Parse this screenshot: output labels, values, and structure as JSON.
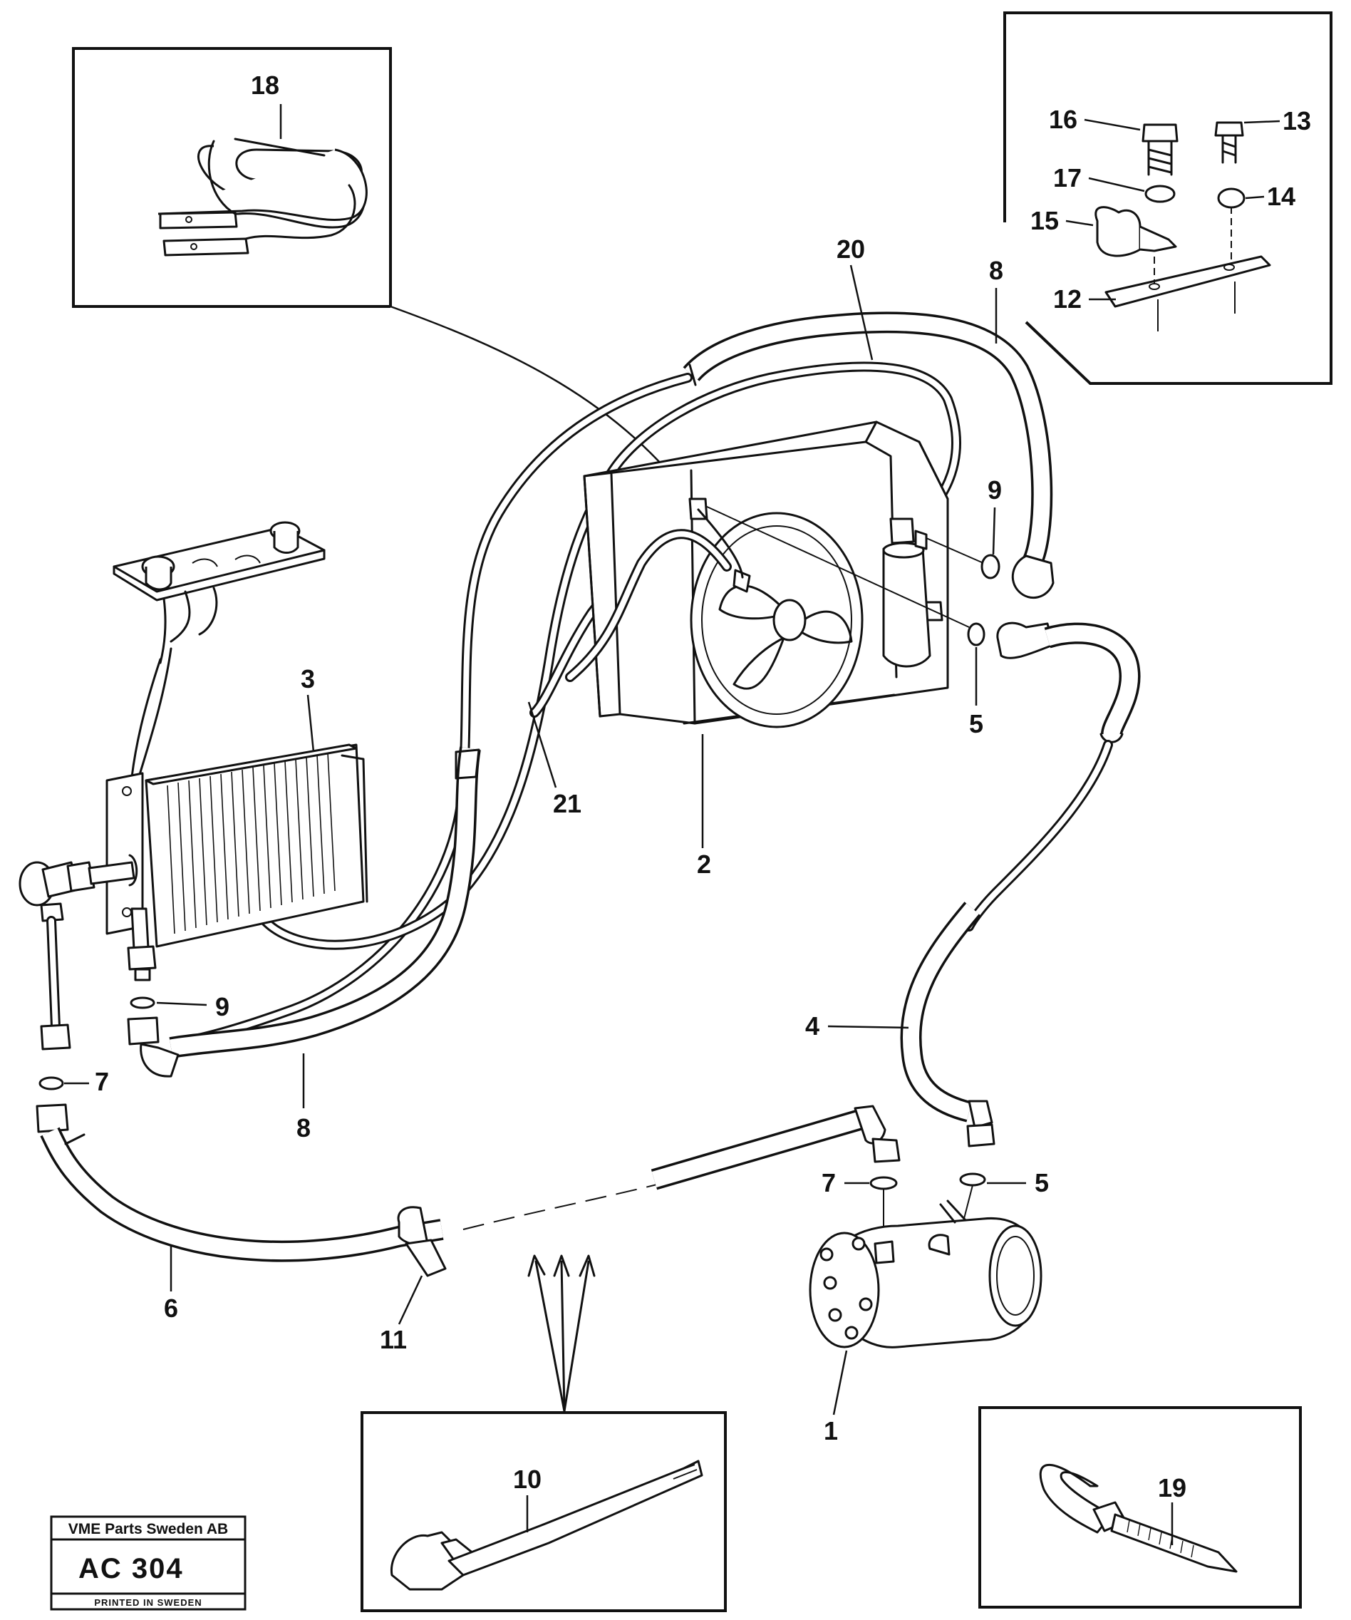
{
  "stamp": {
    "company": "VME Parts Sweden AB",
    "code": "AC 304",
    "printed": "PRINTED IN SWEDEN"
  },
  "callouts": {
    "p1": "1",
    "p2": "2",
    "p3": "3",
    "p4": "4",
    "p5a": "5",
    "p5b": "5",
    "p6": "6",
    "p7a": "7",
    "p7b": "7",
    "p8a": "8",
    "p8b": "8",
    "p9a": "9",
    "p9b": "9",
    "p10": "10",
    "p11": "11",
    "p12": "12",
    "p13": "13",
    "p14": "14",
    "p15": "15",
    "p16": "16",
    "p17": "17",
    "p18": "18",
    "p19": "19",
    "p20": "20",
    "p21": "21"
  }
}
